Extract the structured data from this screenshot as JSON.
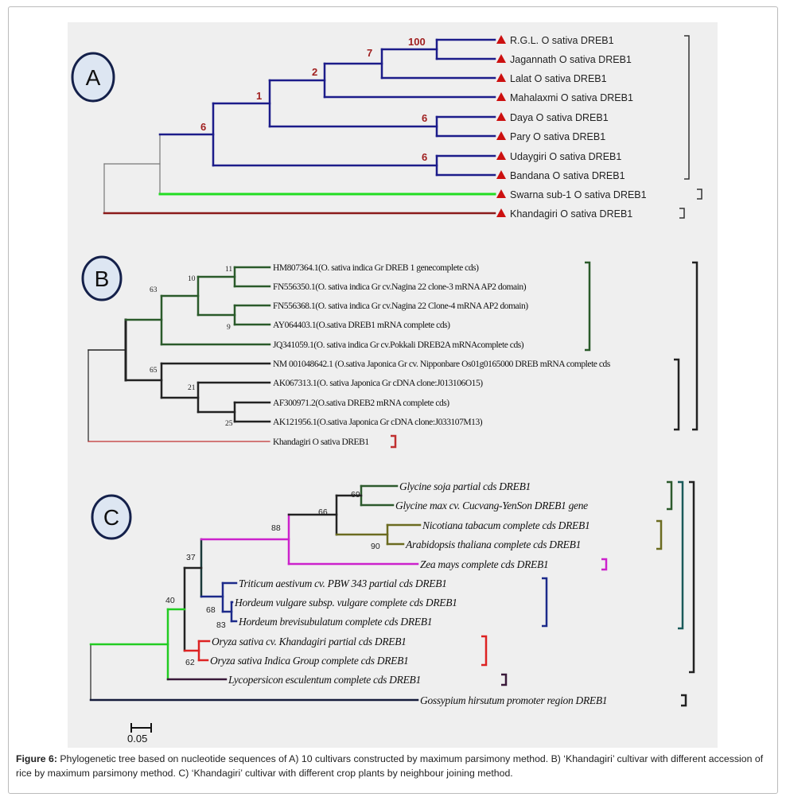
{
  "figure": {
    "caption_label": "Figure 6:",
    "caption_text": " Phylogenetic tree based on nucleotide sequences of A) 10 cultivars constructed by maximum parsimony method. B) ‘Khandagiri’ cultivar with different accession of rice by maximum parsimony method. C) ‘Khandagiri’ cultivar with different crop plants by neighbour joining method.",
    "scale_bar_label": "0.05"
  },
  "colors": {
    "panel_a_main": "#1c1c8a",
    "panel_a_swarna": "#22dd22",
    "panel_a_khandagiri": "#8b1a1a",
    "support_a": "#a02020",
    "leaf_marker": "#cc1010",
    "panel_b_indica": "#2a5a2a",
    "panel_b_japonica": "#222222",
    "panel_b_khandagiri": "#c03030",
    "c_glycine": "#2d5a2d",
    "c_nic_arab": "#6b6b20",
    "c_zea": "#cc22cc",
    "c_hordeum": "#1c2a8a",
    "c_oryza": "#dd2222",
    "c_root_green": "#22cc22",
    "c_lycopersicon": "#3a1a3a",
    "c_teal": "#1a5a5a"
  },
  "panels": [
    {
      "id": "A",
      "label": "A",
      "leaf_marker": "triangle",
      "leaves": [
        "R.G.L. O sativa DREB1",
        "Jagannath O sativa DREB1",
        "Lalat O sativa DREB1",
        "Mahalaxmi O sativa DREB1",
        "Daya O sativa DREB1",
        "Pary O sativa DREB1",
        "Udaygiri O sativa DREB1",
        "Bandana O sativa DREB1",
        "Swarna sub-1 O sativa DREB1",
        "Khandagiri O sativa DREB1"
      ],
      "support": [
        "100",
        "7",
        "2",
        "1",
        "6",
        "6",
        "6"
      ]
    },
    {
      "id": "B",
      "label": "B",
      "leaves": [
        "HM807364.1(O. sativa indica Gr DREB 1 genecomplete cds)",
        "FN556350.1(O. sativa indica Gr cv.Nagina 22 clone-3 mRNA AP2 domain)",
        "FN556368.1(O. sativa indica Gr cv.Nagina 22 Clone-4 mRNA AP2 domain)",
        "AY064403.1(O.sativa DREB1 mRNA complete cds)",
        "JQ341059.1(O. sativa indica Gr cv.Pokkali DREB2A mRNAcomplete cds)",
        "NM 001048642.1 (O.sativa Japonica Gr cv. Nipponbare Os01g0165000 DREB mRNA complete cds",
        "AK067313.1(O. sativa Japonica Gr cDNA clone:J013106O15)",
        "AF300971.2(O.sativa DREB2 mRNA complete cds)",
        "AK121956.1(O.sativa Japonica Gr cDNA clone:J033107M13)",
        "Khandagiri O sativa DREB1"
      ],
      "support": [
        "11",
        "10",
        "63",
        "9",
        "65",
        "21",
        "25"
      ]
    },
    {
      "id": "C",
      "label": "C",
      "leaves": [
        "Glycine soja partial cds DREB1",
        "Glycine max cv. Cucvang-YenSon DREB1 gene",
        "Nicotiana tabacum complete cds DREB1",
        "Arabidopsis thaliana complete cds DREB1",
        "Zea mays complete cds DREB1",
        "Triticum aestivum cv. PBW 343 partial cds DREB1",
        "Hordeum vulgare subsp. vulgare complete cds DREB1",
        "Hordeum brevisubulatum complete cds DREB1",
        "Oryza sativa cv. Khandagiri partial cds DREB1",
        "Oryza sativa Indica Group complete cds DREB1",
        "Lycopersicon esculentum complete cds DREB1",
        "Gossypium hirsutum promoter region DREB1"
      ],
      "support": [
        "69",
        "66",
        "88",
        "90",
        "37",
        "68",
        "83",
        "40",
        "62"
      ]
    }
  ]
}
